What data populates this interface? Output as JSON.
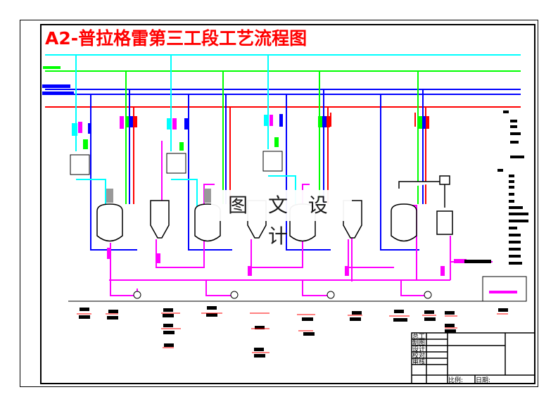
{
  "drawing": {
    "title": "A2-普拉格雷第三工段工艺流程图",
    "watermark": "图 文 设 计"
  },
  "title_block": {
    "rows": [
      "总工",
      "制图",
      "设计",
      "校对",
      "审核"
    ],
    "scale_label": "比例:",
    "date_label": "日期:"
  },
  "colors": {
    "title": "#ff0000",
    "cyan_line": "#00ffff",
    "green_line": "#00ff00",
    "blue_line": "#0000ff",
    "red_line": "#ff0000",
    "material_line": "#ff00ff"
  }
}
